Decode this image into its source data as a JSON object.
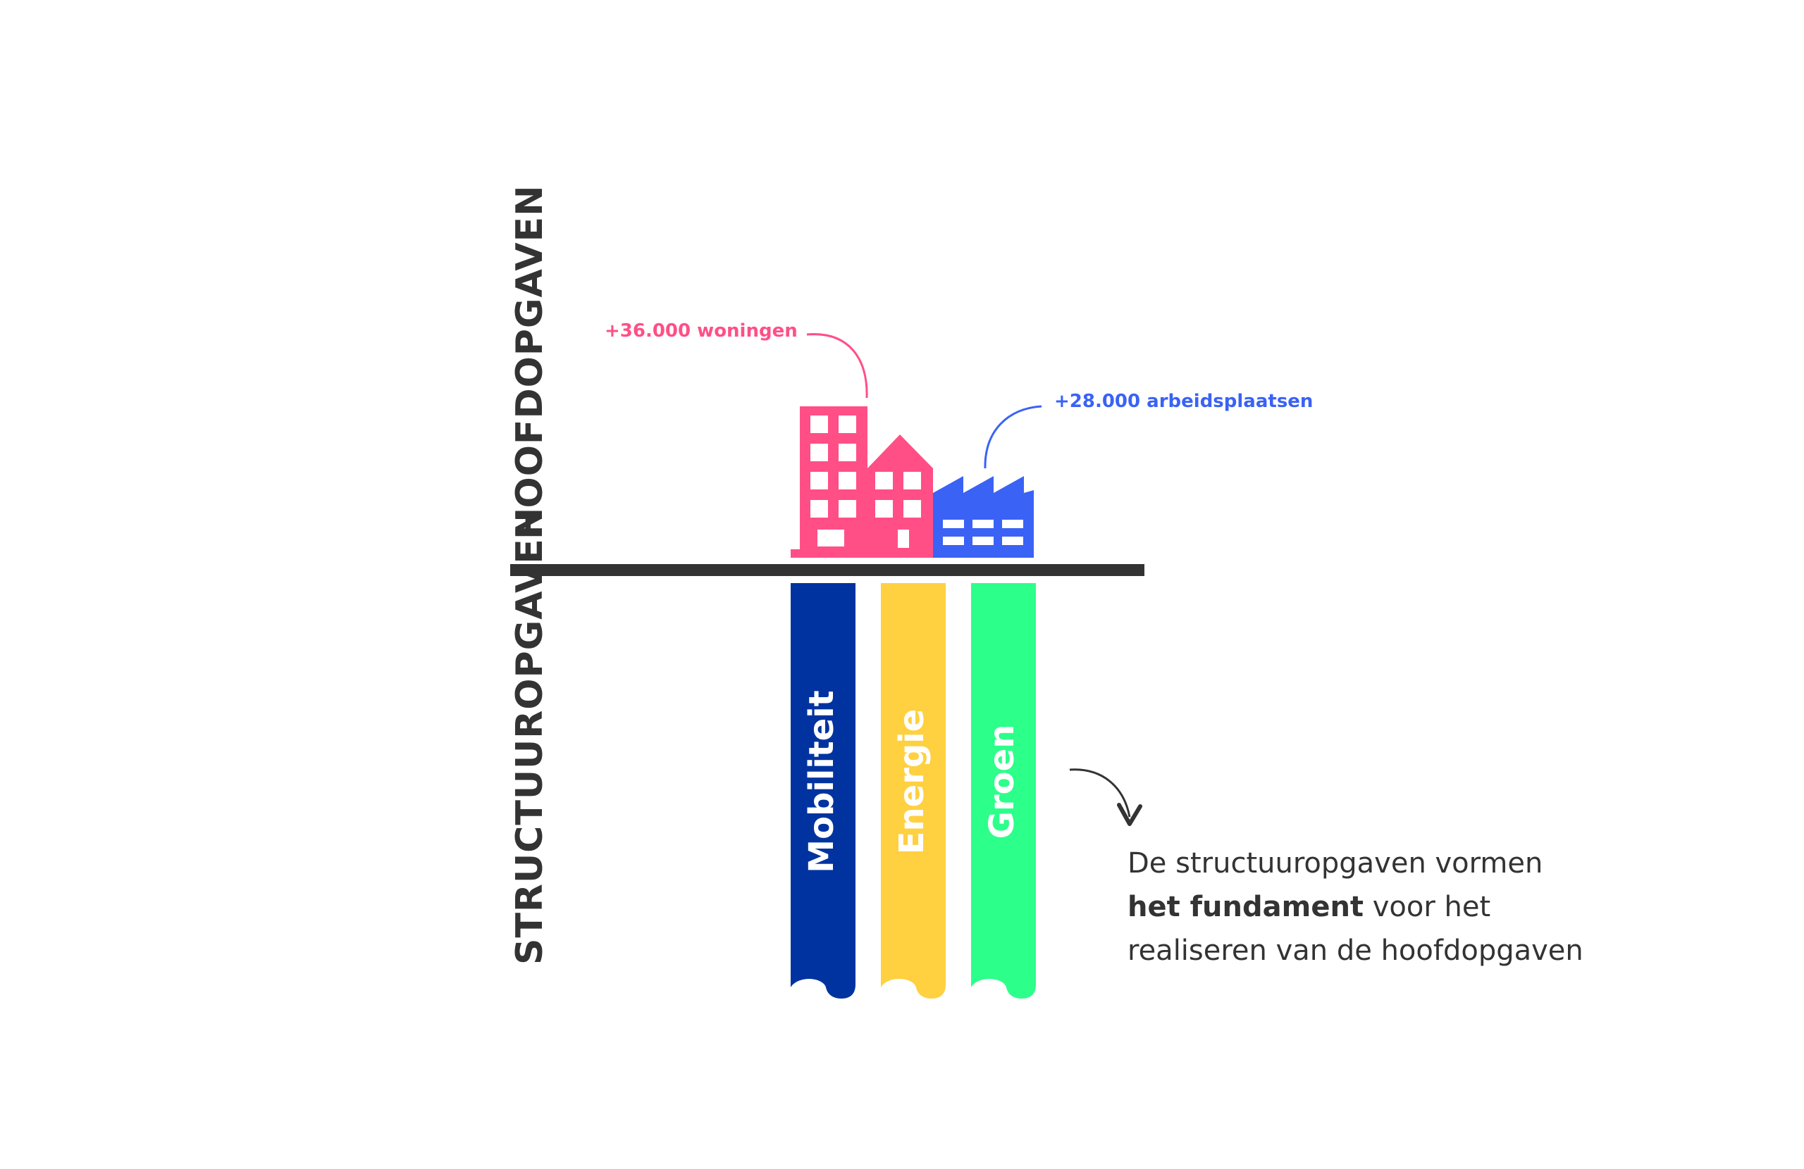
{
  "labels": {
    "top": "HOOFDOPGAVEN",
    "bottom": "STRUCTUUROPGAVEN"
  },
  "annotations": {
    "woningen": "+36.000 woningen",
    "arbeidsplaatsen": "+28.000 arbeidsplaatsen"
  },
  "pillars": [
    {
      "label": "Mobiliteit",
      "color": "#0033A0"
    },
    {
      "label": "Energie",
      "color": "#FFD040"
    },
    {
      "label": "Groen",
      "color": "#2CFF8A"
    }
  ],
  "caption": {
    "line1": "De structuuropgaven vormen",
    "line2_bold": "het fundament",
    "line2_rest": " voor het",
    "line3": "realiseren van de hoofdopgaven"
  },
  "colors": {
    "woningen": "#FF4F86",
    "arbeidsplaatsen": "#3A62F5",
    "ground": "#333333",
    "text": "#333333"
  },
  "icons": {
    "housing": "apartment-building-icon",
    "work": "factory-icon",
    "arrow": "curved-arrow-down-icon"
  }
}
